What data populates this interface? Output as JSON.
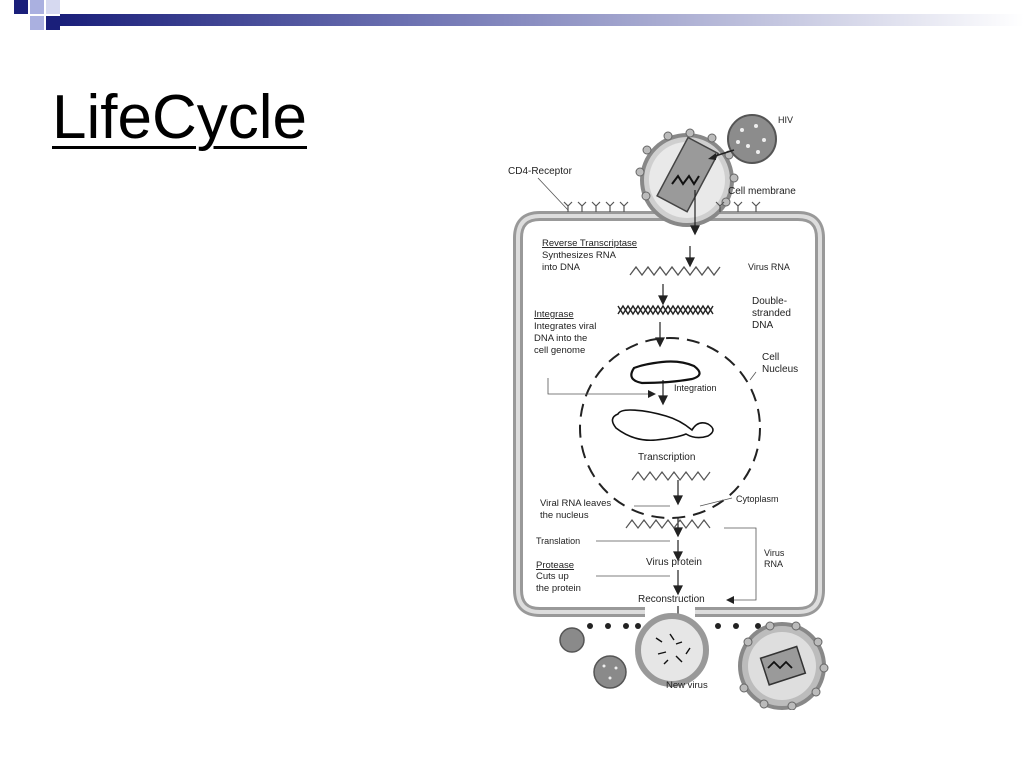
{
  "slide": {
    "title": "LifeCycle"
  },
  "diagram": {
    "hiv": "HIV",
    "cd4_receptor": "CD4-Receptor",
    "cell_membrane": "Cell membrane",
    "reverse_transcriptase": {
      "enzyme": "Reverse Transcriptase",
      "line1": "Synthesizes RNA",
      "line2": "into DNA"
    },
    "virus_rna_top": "Virus RNA",
    "double_stranded": {
      "line1": "Double-",
      "line2": "stranded",
      "line3": "DNA"
    },
    "integrase": {
      "enzyme": "Integrase",
      "line1": "Integrates viral",
      "line2": "DNA into the",
      "line3": "cell genome"
    },
    "cell_nucleus": {
      "line1": "Cell",
      "line2": "Nucleus"
    },
    "integration": "Integration",
    "transcription": "Transcription",
    "viral_rna_leaves": {
      "line1": "Viral RNA leaves",
      "line2": "the nucleus"
    },
    "cytoplasm": "Cytoplasm",
    "translation": "Translation",
    "virus_protein": "Virus protein",
    "virus_rna_side": {
      "line1": "Virus",
      "line2": "RNA"
    },
    "protease": {
      "enzyme": "Protease",
      "line1": "Cuts up",
      "line2": "the protein"
    },
    "reconstruction": "Reconstruction",
    "new_virus": "New virus"
  }
}
